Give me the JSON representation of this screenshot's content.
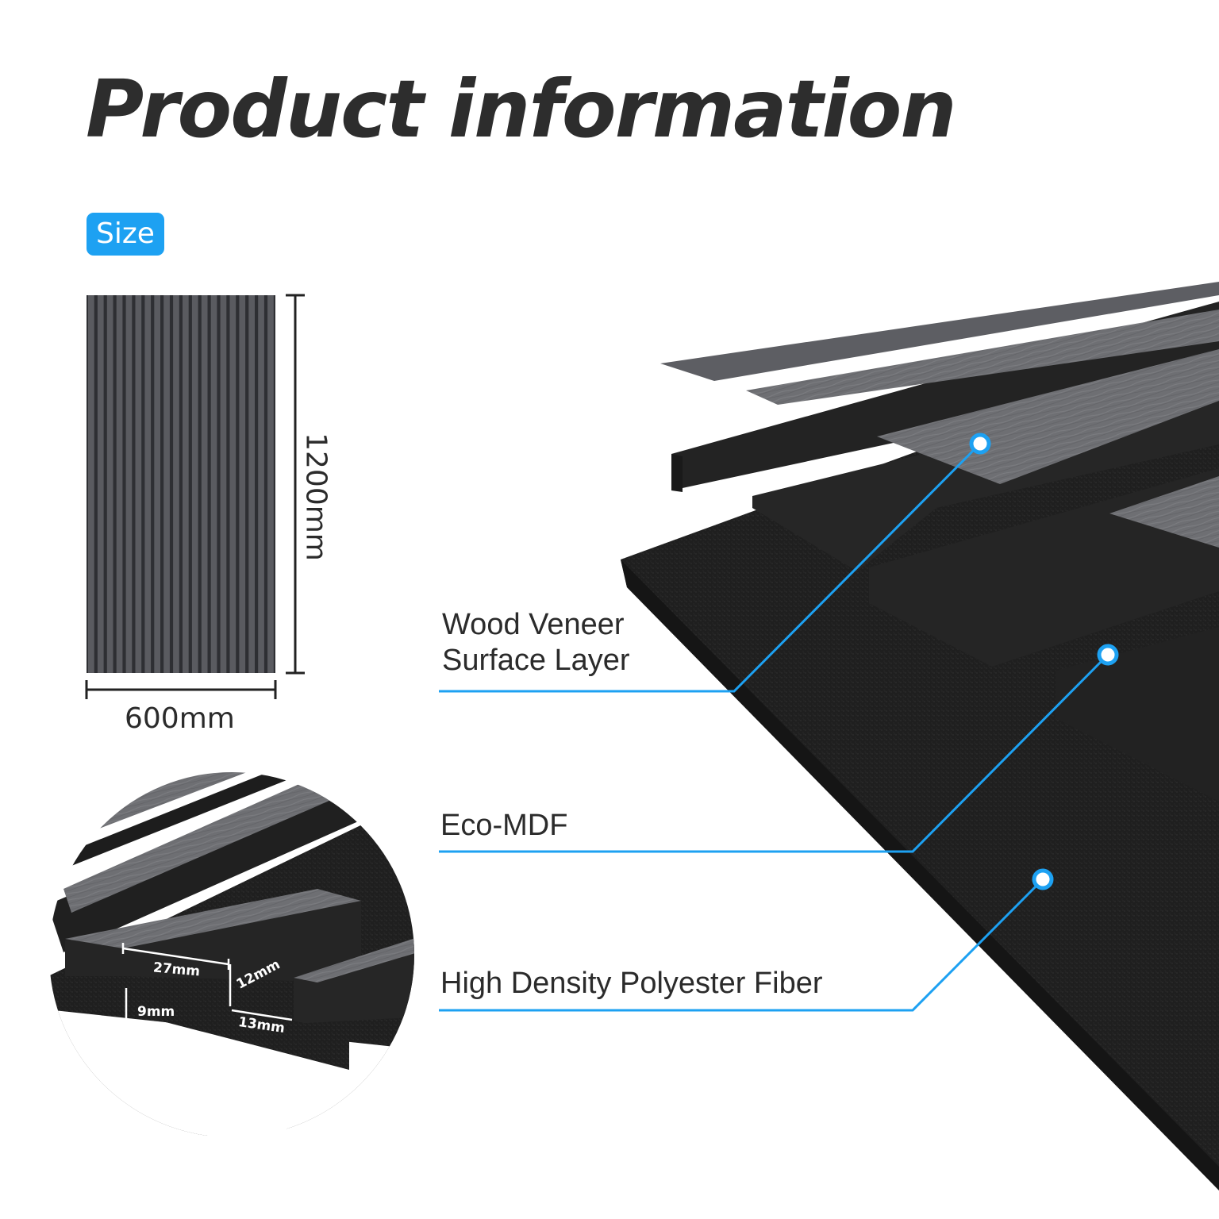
{
  "title": "Product information",
  "size_badge": "Size",
  "dimensions": {
    "width": "600mm",
    "height": "1200mm"
  },
  "layers": [
    {
      "line1": "Wood Veneer",
      "line2": "Surface Layer"
    },
    {
      "line1": "Eco-MDF"
    },
    {
      "line1": "High Density Polyester Fiber"
    }
  ],
  "detail": {
    "slat_width": "27mm",
    "slat_height": "12mm",
    "base_thickness": "9mm",
    "gap": "13mm"
  },
  "colors": {
    "accent": "#1da1f2",
    "panel_dark": "#2a2a2a",
    "veneer_grey": "#6f7075",
    "felt_black": "#1c1c1c"
  }
}
